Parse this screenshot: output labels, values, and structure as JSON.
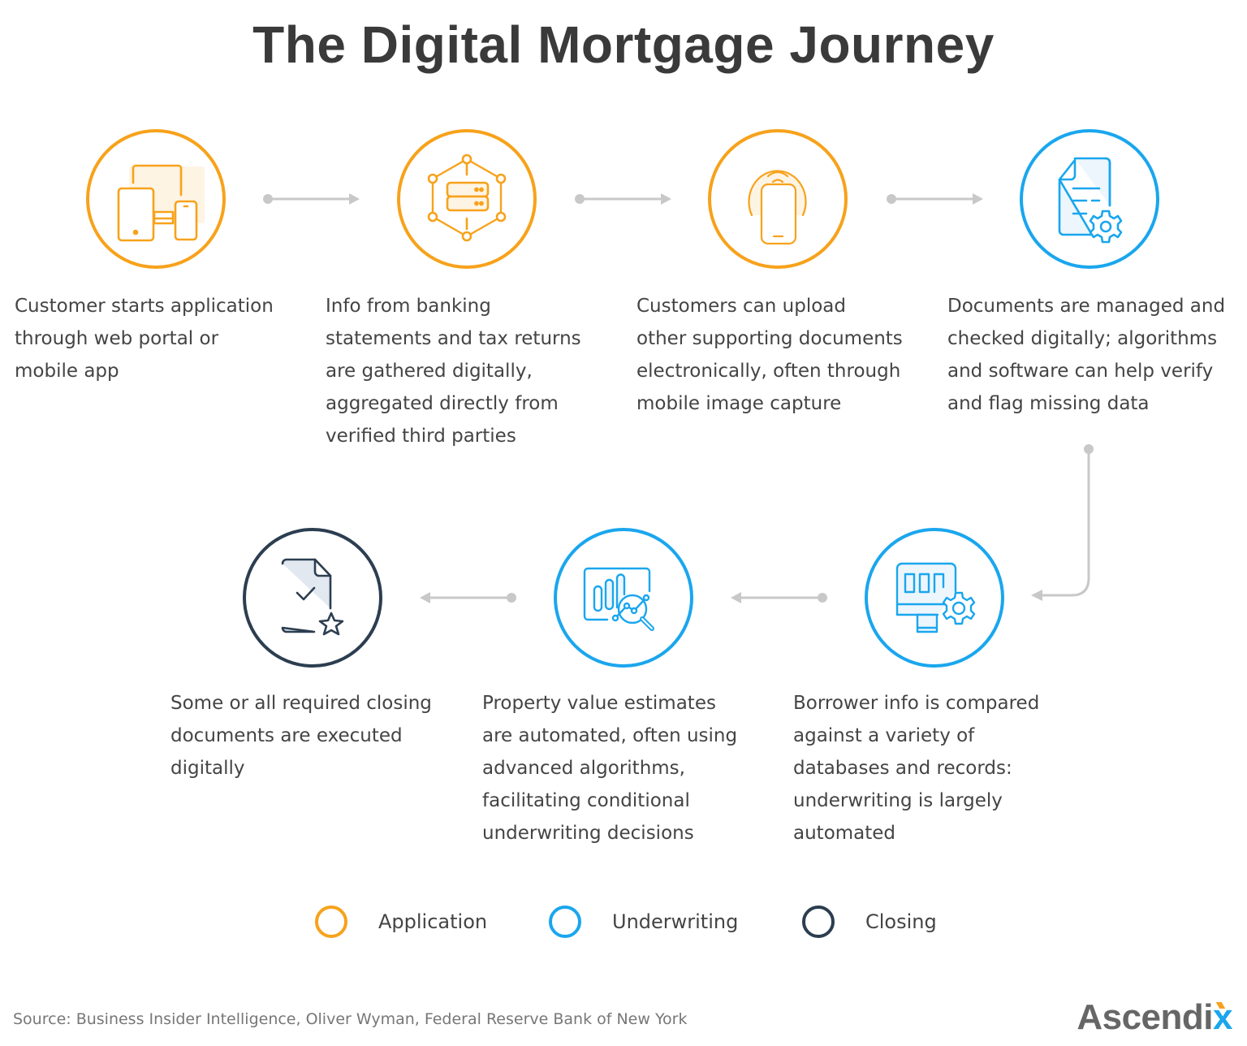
{
  "title": "The Digital Mortgage Journey",
  "colors": {
    "application": "#f7a21b",
    "underwriting": "#1aa6ee",
    "closing": "#2c3e50",
    "connector": "#c8c8c8",
    "text": "#444444"
  },
  "steps": [
    {
      "phase": "Application",
      "icon": "devices-icon",
      "lines": [
        "Customer starts application",
        "through web portal or",
        "mobile app"
      ]
    },
    {
      "phase": "Application",
      "icon": "data-network-server-icon",
      "lines": [
        "Info from banking",
        "statements and tax returns",
        "are gathered digitally,",
        "aggregated directly from",
        "verified third parties"
      ]
    },
    {
      "phase": "Application",
      "icon": "mobile-capture-icon",
      "lines": [
        "Customers can upload",
        "other supporting documents",
        "electronically, often through",
        "mobile image capture"
      ]
    },
    {
      "phase": "Underwriting",
      "icon": "document-gear-icon",
      "lines": [
        "Documents are managed and",
        "checked digitally; algorithms",
        "and software can help verify",
        "and flag missing data"
      ]
    },
    {
      "phase": "Underwriting",
      "icon": "monitor-gear-icon",
      "lines": [
        "Borrower info is compared",
        "against a variety of",
        "databases and records:",
        "underwriting is largely",
        "automated"
      ]
    },
    {
      "phase": "Underwriting",
      "icon": "chart-magnifier-icon",
      "lines": [
        "Property value estimates",
        "are automated, often using",
        "advanced algorithms,",
        "facilitating conditional",
        "underwriting decisions"
      ]
    },
    {
      "phase": "Closing",
      "icon": "document-check-star-icon",
      "lines": [
        "Some or all required closing",
        "documents are executed",
        "digitally"
      ]
    }
  ],
  "legend": [
    {
      "label": "Application",
      "color": "#f7a21b"
    },
    {
      "label": "Underwriting",
      "color": "#1aa6ee"
    },
    {
      "label": "Closing",
      "color": "#2c3e50"
    }
  ],
  "source": "Source:  Business Insider Intelligence, Oliver Wyman, Federal Reserve Bank of New York",
  "logo": {
    "text_main": "Ascendi",
    "text_accent": "x"
  }
}
